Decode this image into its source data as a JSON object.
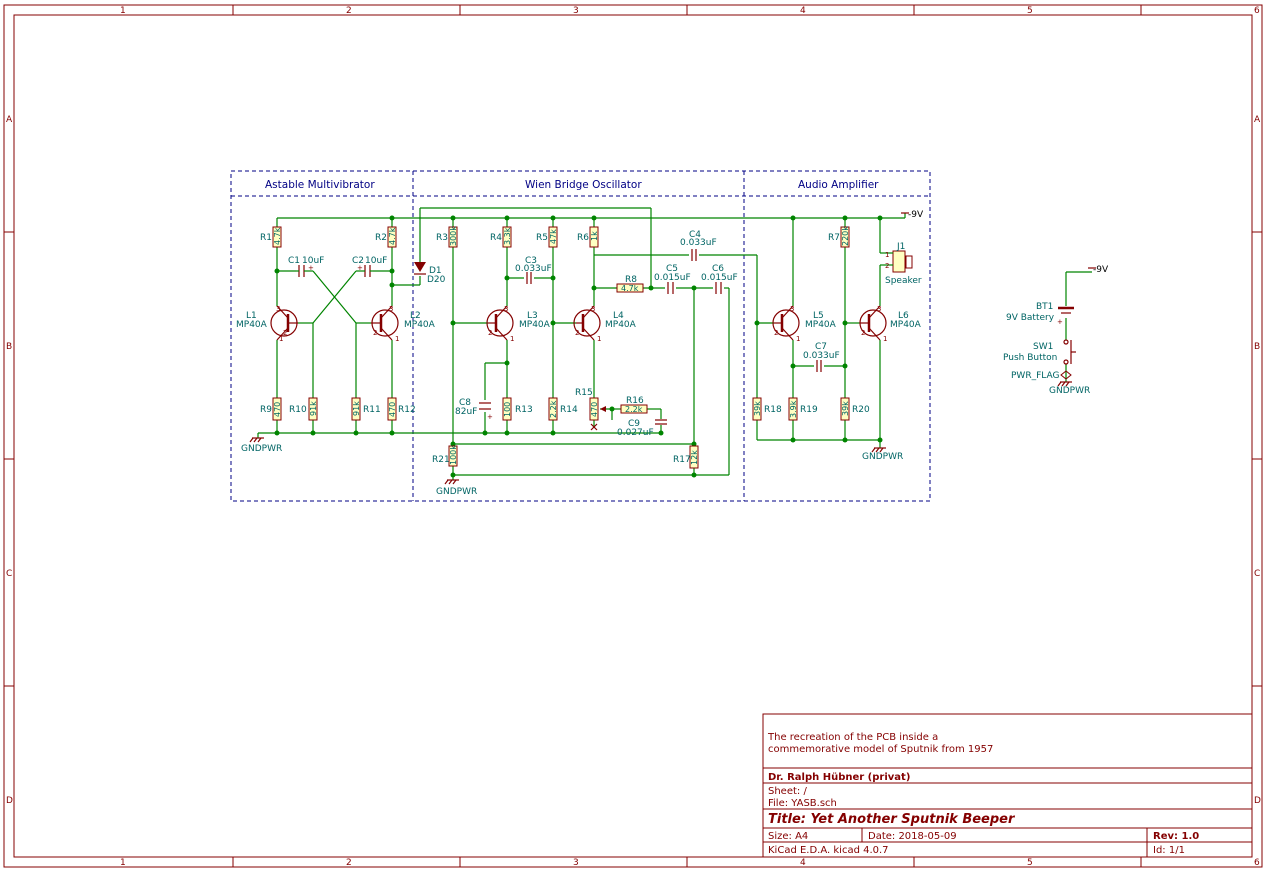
{
  "frame": {
    "columns": [
      "1",
      "2",
      "3",
      "4",
      "5",
      "6"
    ],
    "rows": [
      "A",
      "B",
      "C",
      "D"
    ]
  },
  "blocks": {
    "astable": "Astable Multivibrator",
    "wien": "Wien Bridge Oscillator",
    "amp": "Audio Amplifier"
  },
  "nets": {
    "vneg": "-9V",
    "gnd": "GNDPWR"
  },
  "components": {
    "R1": {
      "ref": "R1",
      "value": "4.7k"
    },
    "R2": {
      "ref": "R2",
      "value": "4.7k"
    },
    "R3": {
      "ref": "R3",
      "value": "300k"
    },
    "R4": {
      "ref": "R4",
      "value": "3.3k"
    },
    "R5": {
      "ref": "R5",
      "value": "47k"
    },
    "R6": {
      "ref": "R6",
      "value": "1k"
    },
    "R7": {
      "ref": "R7",
      "value": "220k"
    },
    "R8": {
      "ref": "R8",
      "value": "4.7k"
    },
    "R9": {
      "ref": "R9",
      "value": "470"
    },
    "R10": {
      "ref": "R10",
      "value": "91k"
    },
    "R11": {
      "ref": "R11",
      "value": "91k"
    },
    "R12": {
      "ref": "R12",
      "value": "470"
    },
    "R13": {
      "ref": "R13",
      "value": "100"
    },
    "R14": {
      "ref": "R14",
      "value": "2.2k"
    },
    "R15": {
      "ref": "R15",
      "value": "470"
    },
    "R16": {
      "ref": "R16",
      "value": "2.2k"
    },
    "R17": {
      "ref": "R17",
      "value": "12k"
    },
    "R18": {
      "ref": "R18",
      "value": "39k"
    },
    "R19": {
      "ref": "R19",
      "value": "3.9k"
    },
    "R20": {
      "ref": "R20",
      "value": "39k"
    },
    "R21": {
      "ref": "R21",
      "value": "100k"
    },
    "C1": {
      "ref": "C1",
      "value": "10uF"
    },
    "C2": {
      "ref": "C2",
      "value": "10uF"
    },
    "C3": {
      "ref": "C3",
      "value": "0.033uF"
    },
    "C4": {
      "ref": "C4",
      "value": "0.033uF"
    },
    "C5": {
      "ref": "C5",
      "value": "0.015uF"
    },
    "C6": {
      "ref": "C6",
      "value": "0.015uF"
    },
    "C7": {
      "ref": "C7",
      "value": "0.033uF"
    },
    "C8": {
      "ref": "C8",
      "value": "82uF"
    },
    "C9": {
      "ref": "C9",
      "value": "0.027uF"
    },
    "L1": {
      "ref": "L1",
      "value": "MP40A"
    },
    "L2": {
      "ref": "L2",
      "value": "MP40A"
    },
    "L3": {
      "ref": "L3",
      "value": "MP40A"
    },
    "L4": {
      "ref": "L4",
      "value": "MP40A"
    },
    "L5": {
      "ref": "L5",
      "value": "MP40A"
    },
    "L6": {
      "ref": "L6",
      "value": "MP40A"
    },
    "D1": {
      "ref": "D1",
      "value": "D20"
    },
    "J1": {
      "ref": "J1",
      "value": "Speaker"
    },
    "BT1": {
      "ref": "BT1",
      "value": "9V Battery"
    },
    "SW1": {
      "ref": "SW1",
      "value": "Push Button"
    },
    "PWR": {
      "ref": "PWR_FLAG"
    }
  },
  "title_block": {
    "comment_line1": "The recreation of the PCB inside a",
    "comment_line2": "commemorative model of Sputnik from 1957",
    "company": "Dr. Ralph Hübner (privat)",
    "sheet": "Sheet: /",
    "file": "File: YASB.sch",
    "title": "Title: Yet Another Sputnik Beeper",
    "size": "Size: A4",
    "date": "Date: 2018-05-09",
    "rev": "Rev: 1.0",
    "tool": "KiCad E.D.A.  kicad 4.0.7",
    "id": "Id: 1/1"
  },
  "colors": {
    "frame": "#840000",
    "wire": "#008400",
    "label": "#006464",
    "block_border": "#000084",
    "component_fill": "#ffffc2"
  }
}
